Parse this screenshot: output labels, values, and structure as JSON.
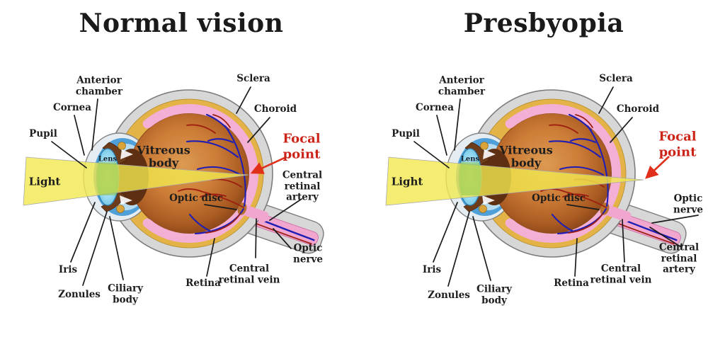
{
  "colors": {
    "title_text": "#1a1a1a",
    "label_text": "#1d1d1d",
    "focal_text": "#cc2418",
    "focal_arrow": "#e0301c",
    "leader_line": "#1b1b1b",
    "sclera": "#d7d7d7",
    "sclera_outline": "#7d7d7d",
    "choroid": "#e3b347",
    "retina": "#f3afd4",
    "vitreous_center": "#dc9a52",
    "vitreous_edge": "#7c3c14",
    "cornea": "#4f9fd8",
    "anterior_chamber": "#b7dcef",
    "iris": "#6e3b1b",
    "ciliary_body": "#d9a33a",
    "lens": "#8ed3ee",
    "light_beam": "#f1e84f",
    "beam_lens_mix": "#8cc64e",
    "vein": "#1e1eb4",
    "artery": "#9e1f12",
    "optic_nerve_core": "#f0a6ce"
  },
  "panels": [
    {
      "title": "Normal vision",
      "labels": {
        "anterior_chamber": "Anterior\nchamber",
        "cornea": "Cornea",
        "pupil": "Pupil",
        "sclera": "Sclera",
        "choroid": "Choroid",
        "focal_point": "Focal\npoint",
        "light": "Light",
        "lens": "Lens",
        "vitreous_body": "Vitreous\nbody",
        "optic_disc": "Optic disc",
        "iris": "Iris",
        "zonules": "Zonules",
        "ciliary_body": "Ciliary\nbody",
        "retina": "Retina",
        "central_retinal_vein": "Central\nretinal vein",
        "central_retinal_artery": "Central\nretinal artery",
        "optic_nerve": "Optic nerve"
      }
    },
    {
      "title": "Presbyopia",
      "labels": {
        "anterior_chamber": "Anterior\nchamber",
        "cornea": "Cornea",
        "pupil": "Pupil",
        "sclera": "Sclera",
        "choroid": "Choroid",
        "focal_point": "Focal\npoint",
        "light": "Light",
        "lens": "Lens",
        "vitreous_body": "Vitreous\nbody",
        "optic_disc": "Optic disc",
        "iris": "Iris",
        "zonules": "Zonules",
        "ciliary_body": "Ciliary\nbody",
        "retina": "Retina",
        "central_retinal_vein": "Central\nretinal vein",
        "central_retinal_artery": "Central\nretinal artery",
        "optic_nerve": "Optic\nnerve"
      }
    }
  ]
}
